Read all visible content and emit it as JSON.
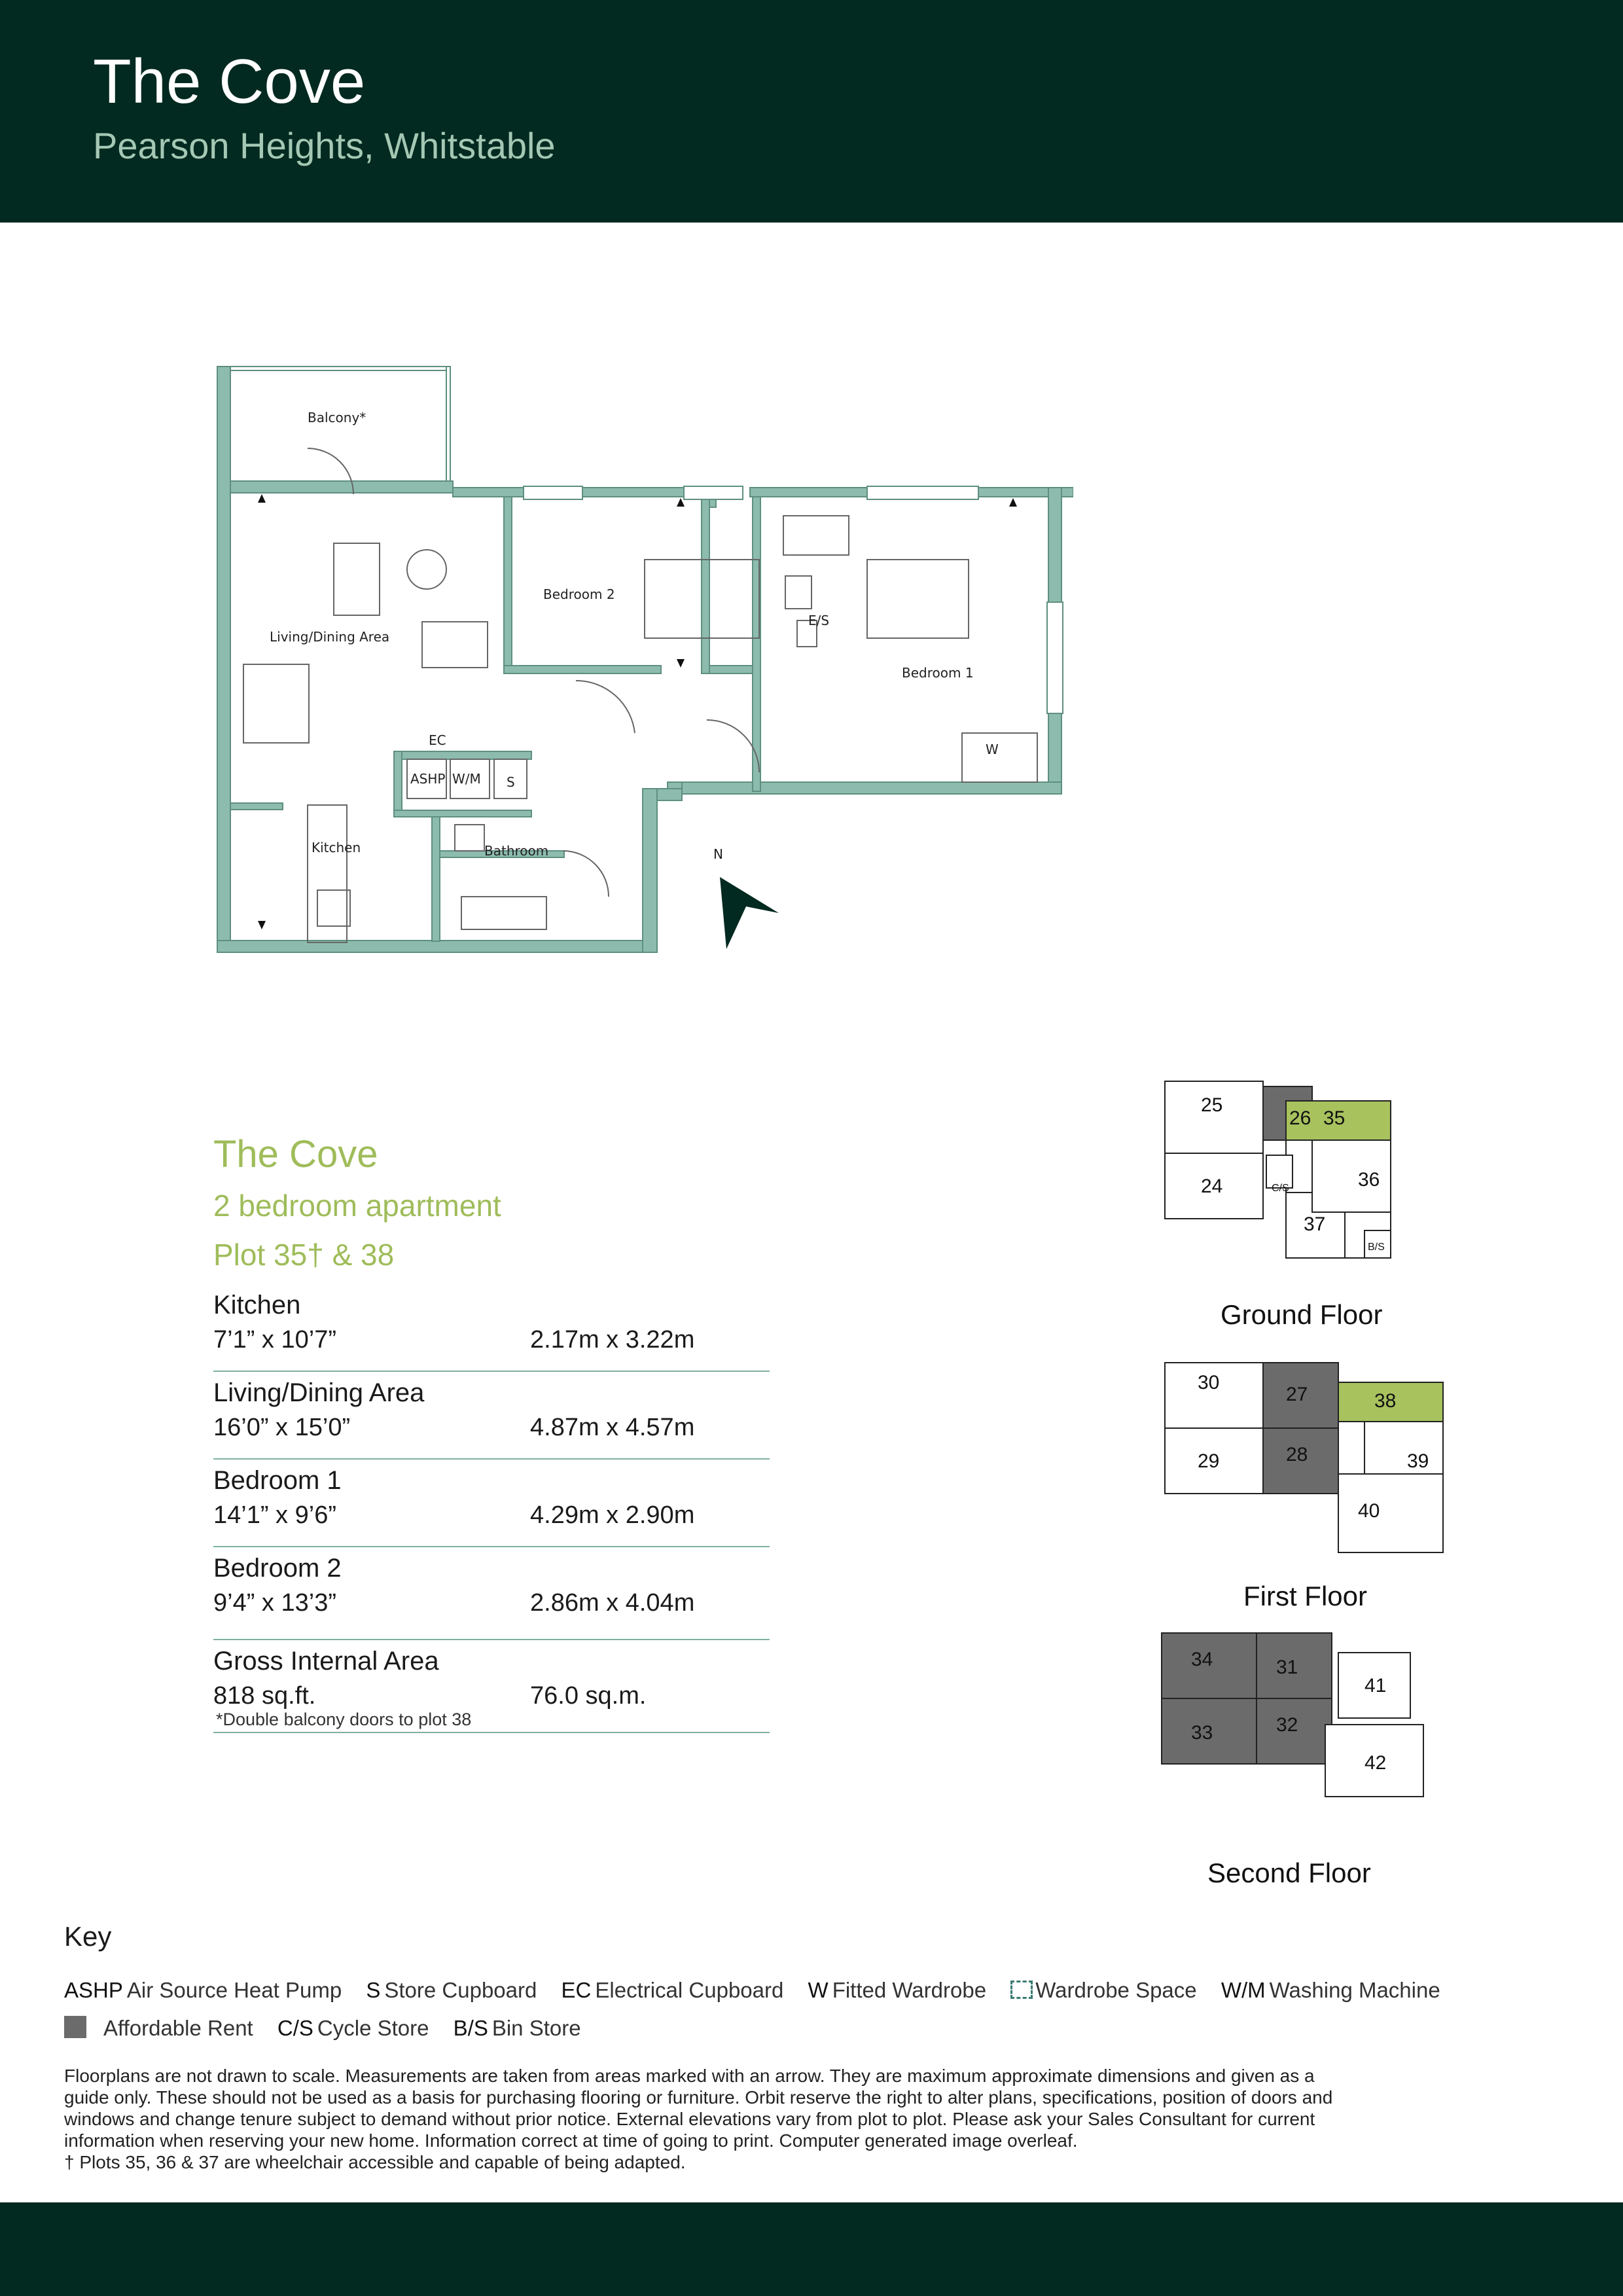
{
  "header": {
    "title": "The Cove",
    "subtitle": "Pearson Heights, Whitstable"
  },
  "plan": {
    "labels": {
      "balcony": "Balcony*",
      "living": "Living/Dining Area",
      "bedroom2": "Bedroom 2",
      "es": "E/S",
      "bedroom1": "Bedroom 1",
      "ec": "EC",
      "ashp": "ASHP",
      "wm": "W/M",
      "s": "S",
      "w": "W",
      "kitchen": "Kitchen",
      "bathroom": "Bathroom",
      "north": "N"
    },
    "colors": {
      "wall": "#8dbcae",
      "wall_line": "#5e8f80"
    }
  },
  "info": {
    "name": "The Cove",
    "type": "2 bedroom apartment",
    "plot": "Plot 35† & 38",
    "rooms": [
      {
        "name": "Kitchen",
        "imperial": "7’1” x 10’7”",
        "metric": "2.17m x 3.22m"
      },
      {
        "name": "Living/Dining Area",
        "imperial": "16’0” x 15’0”",
        "metric": "4.87m x 4.57m"
      },
      {
        "name": "Bedroom 1",
        "imperial": "14’1” x 9’6”",
        "metric": "4.29m x 2.90m"
      },
      {
        "name": "Bedroom 2",
        "imperial": "9’4” x 13’3”",
        "metric": "2.86m x 4.04m"
      },
      {
        "name": "Gross Internal Area",
        "imperial": "818 sq.ft.",
        "metric": "76.0 sq.m."
      }
    ],
    "note": "*Double balcony doors to plot 38"
  },
  "siteplans": {
    "ground": {
      "label": "Ground Floor",
      "plots": [
        "25",
        "26",
        "35",
        "24",
        "C/S",
        "36",
        "37",
        "B/S"
      ]
    },
    "first": {
      "label": "First Floor",
      "plots": [
        "30",
        "27",
        "38",
        "29",
        "28",
        "39",
        "40"
      ]
    },
    "second": {
      "label": "Second Floor",
      "plots": [
        "34",
        "31",
        "41",
        "33",
        "32",
        "42"
      ]
    },
    "colors": {
      "affordable": "#6b6b6b",
      "highlight": "#a8c25e"
    }
  },
  "key": {
    "title": "Key",
    "items": [
      {
        "abbr": "ASHP",
        "text": "Air Source Heat Pump"
      },
      {
        "abbr": "S",
        "text": "Store Cupboard"
      },
      {
        "abbr": "EC",
        "text": "Electrical Cupboard"
      },
      {
        "abbr": "W",
        "text": "Fitted Wardrobe"
      },
      {
        "abbr": "",
        "text": "Wardrobe Space"
      },
      {
        "abbr": "W/M",
        "text": "Washing Machine"
      }
    ],
    "items2": [
      {
        "abbr": "",
        "text": "Affordable Rent"
      },
      {
        "abbr": "C/S",
        "text": "Cycle Store"
      },
      {
        "abbr": "B/S",
        "text": "Bin Store"
      }
    ]
  },
  "disclaimer": [
    "Floorplans are not drawn to scale. Measurements are taken from areas marked with an arrow. They are maximum approximate dimensions and given as a",
    "guide only. These should not be used as a basis for purchasing flooring or furniture. Orbit reserve the right to alter plans, specifications, position of doors and",
    "windows and change tenure subject to demand without prior notice. External elevations vary from plot to plot. Please ask your Sales Consultant for current",
    "information when reserving your new home. Information correct at time of going to print. Computer generated image overleaf.",
    "† Plots 35, 36 & 37 are wheelchair accessible and capable of being adapted."
  ]
}
